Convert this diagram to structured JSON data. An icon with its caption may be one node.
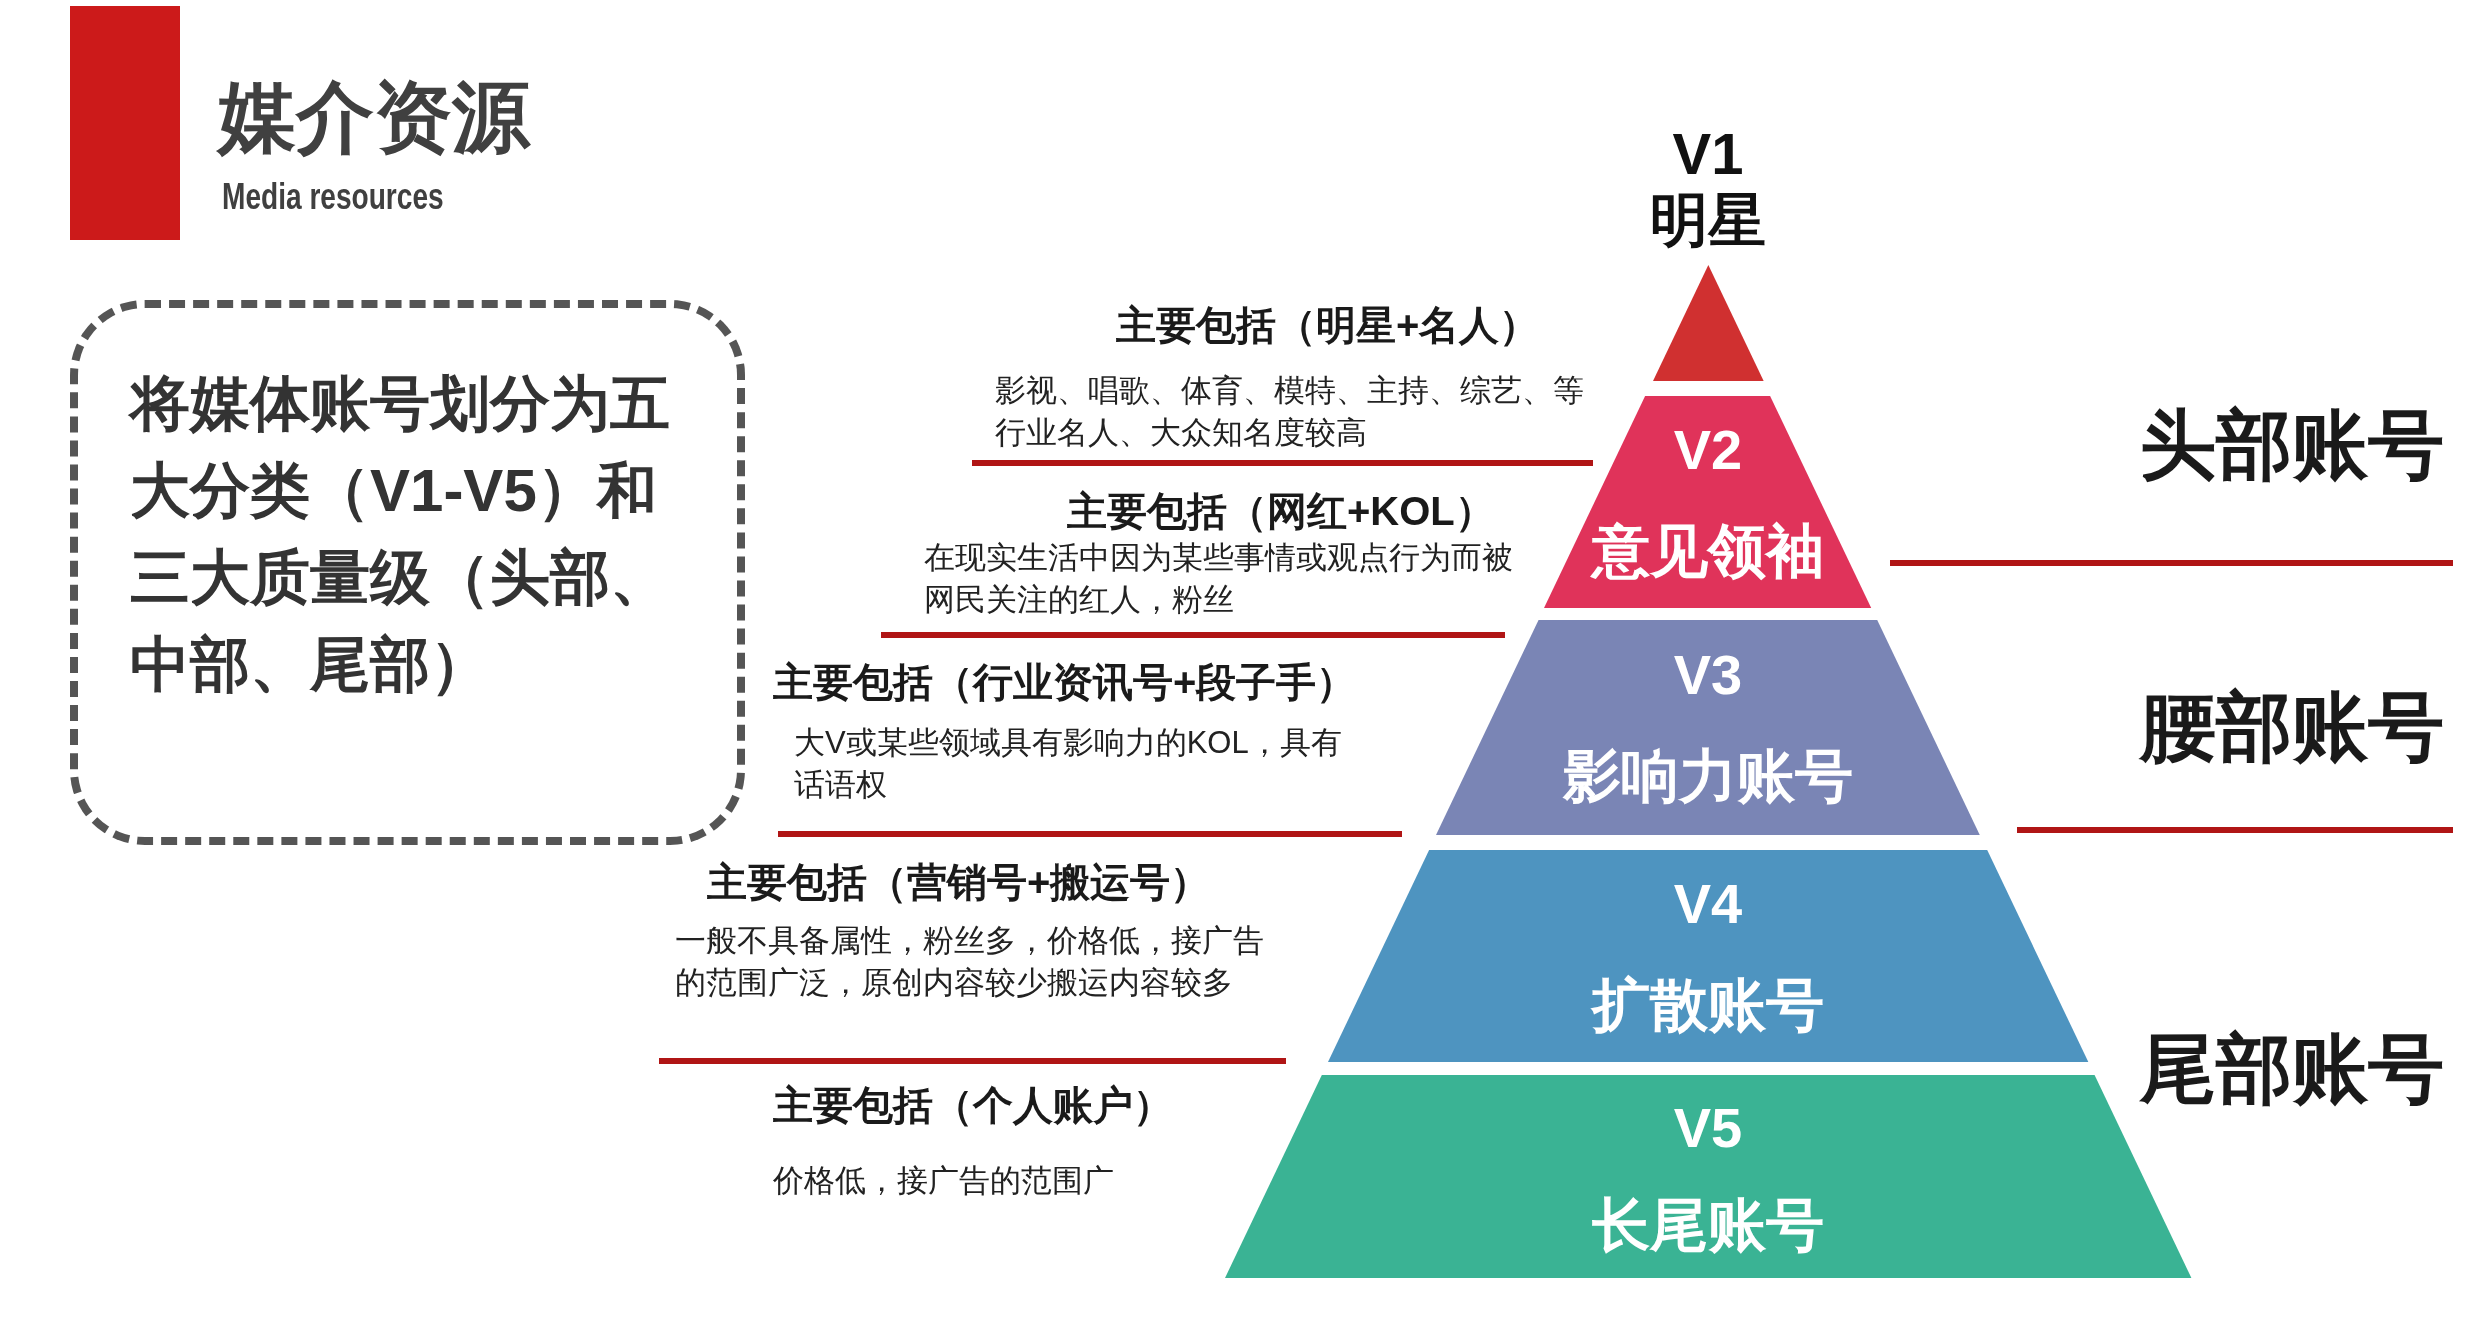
{
  "diagram": {
    "title": "媒介资源",
    "nodes": [
      {
        "text": [
          "将媒体账号划分为五大分类（V1-V5）和三大质量级（头部、中部、尾部）"
        ]
      },
      {
        "text": [
          "V1",
          "明星"
        ]
      },
      {
        "text": [
          "V2",
          "意见领袖"
        ]
      },
      {
        "text": [
          "V3",
          "影响力账号"
        ]
      },
      {
        "text": [
          "V4",
          "扩散账号"
        ]
      },
      {
        "text": [
          "V5",
          "长尾账号"
        ]
      }
    ],
    "labels": [
      "Media resources",
      "主要包括（明星+名人）",
      "影视、唱歌、体育、模特、主持、综艺、等行业名人、大众知名度较高",
      "主要包括（网红+KOL）",
      "在现实生活中因为某些事情或观点行为而被网民关注的红人，粉丝",
      "主要包括（行业资讯号+段子手）",
      "大V或某些领域具有影响力的KOL，具有话语权",
      "主要包括（营销号+搬运号）",
      "一般不具备属性，粉丝多，价格低，接广告的范围广泛，原创内容较少搬运内容较多",
      "主要包括（个人账户）",
      "价格低，接广告的范围广",
      "头部账号",
      "腰部账号",
      "尾部账号"
    ]
  }
}
